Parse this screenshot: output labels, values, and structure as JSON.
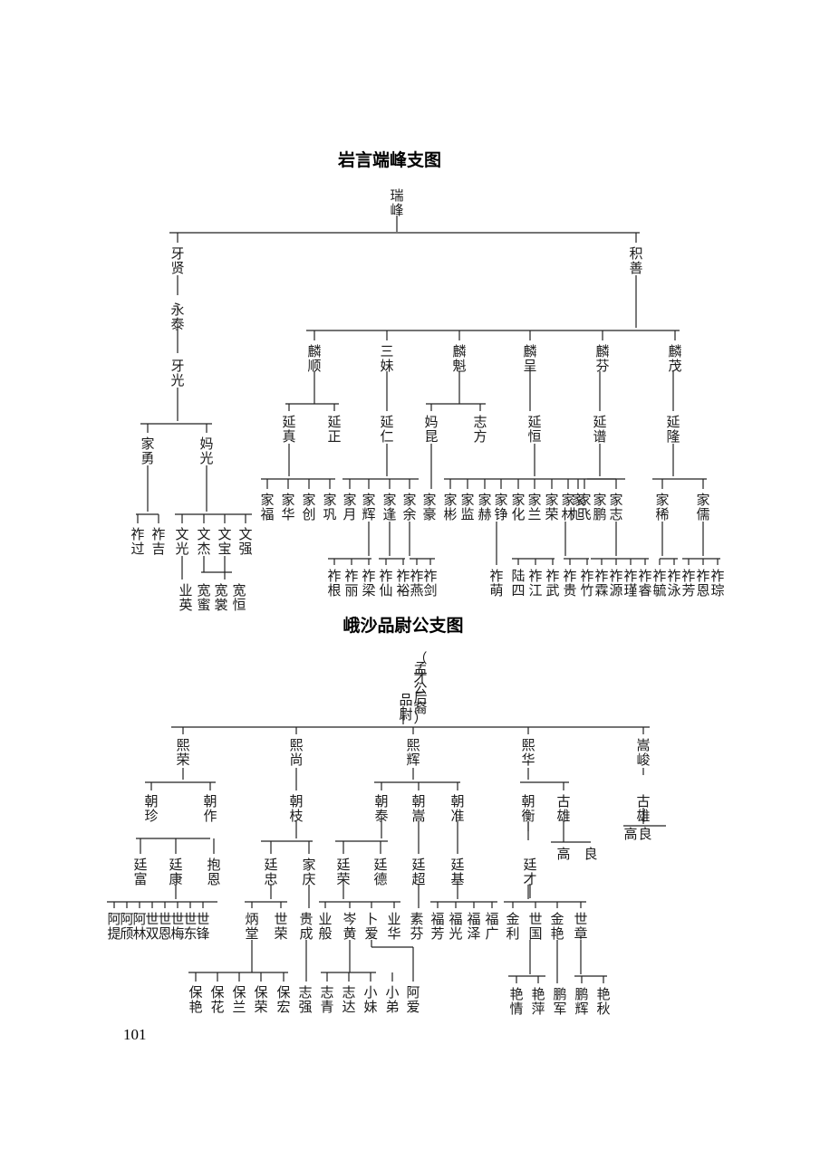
{
  "page_number": "101",
  "charts": [
    {
      "title": "岩言端峰支图",
      "nodes": {
        "r": "瑞峰",
        "a1": "牙贤",
        "a2": "积善",
        "b1": "永泰",
        "b2": "牙光",
        "c1": "家勇",
        "c2": "妈光",
        "d1": "祚过",
        "d2": "祚吉",
        "d3": "文光",
        "d4": "文杰",
        "d5": "文宝",
        "d6": "文强",
        "e1": "业英",
        "e2": "宽蜜",
        "e3": "宽裳",
        "e4": "宽恒",
        "f1": "麟顺",
        "f2": "三妹",
        "f3": "麟魁",
        "f4": "麟呈",
        "f5": "麟芬",
        "f6": "麟茂",
        "g1": "延真",
        "g2": "延正",
        "g3": "延仁",
        "g4": "妈昆",
        "g5": "志方",
        "g6": "延恒",
        "g7": "延谱",
        "g8": "延隆",
        "h1": "家福",
        "h2": "家华",
        "h3": "家创",
        "h4": "家巩",
        "h5": "家月",
        "h6": "家辉",
        "h7": "家逢",
        "h8": "家余",
        "h9": "家豪",
        "h10": "家彬",
        "h11": "家监",
        "h12": "家赫",
        "h13": "家铮",
        "h14": "家化",
        "h15": "家兰",
        "h16": "家荣",
        "h17": "家林",
        "h18": "家飞",
        "h19": "家鹏",
        "h20": "家旭",
        "h21": "家志",
        "h22": "家稀",
        "h23": "家儒",
        "i1": "祚根",
        "i2": "祚丽",
        "i3": "祚梁",
        "i4": "祚仙",
        "i5": "祚裕",
        "i6": "祚燕",
        "i7": "祚剑",
        "i8": "祚萌",
        "i9": "陆四",
        "i10": "祚江",
        "i11": "祚武",
        "i12": "祚贵",
        "i13": "祚竹",
        "i14": "祚霖",
        "i15": "祚源",
        "i16": "祚瑾",
        "i17": "祚睿",
        "i18": "祚毓",
        "i19": "祚泳",
        "i20": "祚芳",
        "i21": "祚恩",
        "i22": "祚琮"
      }
    },
    {
      "title": "峨沙品尉公支图",
      "nodes": {
        "r": "品尉",
        "rn": "（孟才公后裔）",
        "a1": "熙荣",
        "a2": "熙尚",
        "a3": "熙辉",
        "a4": "熙华",
        "a5": "嵩峻",
        "b1": "朝珍",
        "b2": "朝作",
        "b3": "朝枝",
        "b4": "朝泰",
        "b5": "朝嵩",
        "b6": "朝准",
        "b7": "朝衡",
        "b8": "古雄",
        "b9": "古雄",
        "c1": "廷富",
        "c2": "廷康",
        "c3": "抱恩",
        "c4": "廷忠",
        "c5": "家庆",
        "c6": "廷荣",
        "c7": "廷德",
        "c8": "廷超",
        "c9": "廷基",
        "c10": "廷才",
        "c11": "高",
        "c12": "良",
        "c13": "高良",
        "d1": "阿提",
        "d2": "阿颀",
        "d3": "阿林",
        "d4": "世双",
        "d5": "世恩",
        "d6": "世梅",
        "d7": "世东",
        "d8": "世锋",
        "d9": "炳堂",
        "d10": "世荣",
        "d11": "贵成",
        "d12": "业般",
        "d13": "岑黄",
        "d14": "卜爱",
        "d15": "业华",
        "d16": "素芬",
        "d17": "福芳",
        "d18": "福光",
        "d19": "福泽",
        "d20": "福广",
        "d21": "金利",
        "d22": "世国",
        "d23": "金艳",
        "d24": "世章",
        "e1": "保艳",
        "e2": "保花",
        "e3": "保兰",
        "e4": "保荣",
        "e5": "保宏",
        "e6": "志强",
        "e7": "志青",
        "e8": "志达",
        "e9": "小妹",
        "e10": "小弟",
        "e11": "阿爱",
        "e12": "艳情",
        "e13": "艳萍",
        "e14": "鹏军",
        "e15": "鹏辉",
        "e16": "艳秋"
      }
    }
  ]
}
